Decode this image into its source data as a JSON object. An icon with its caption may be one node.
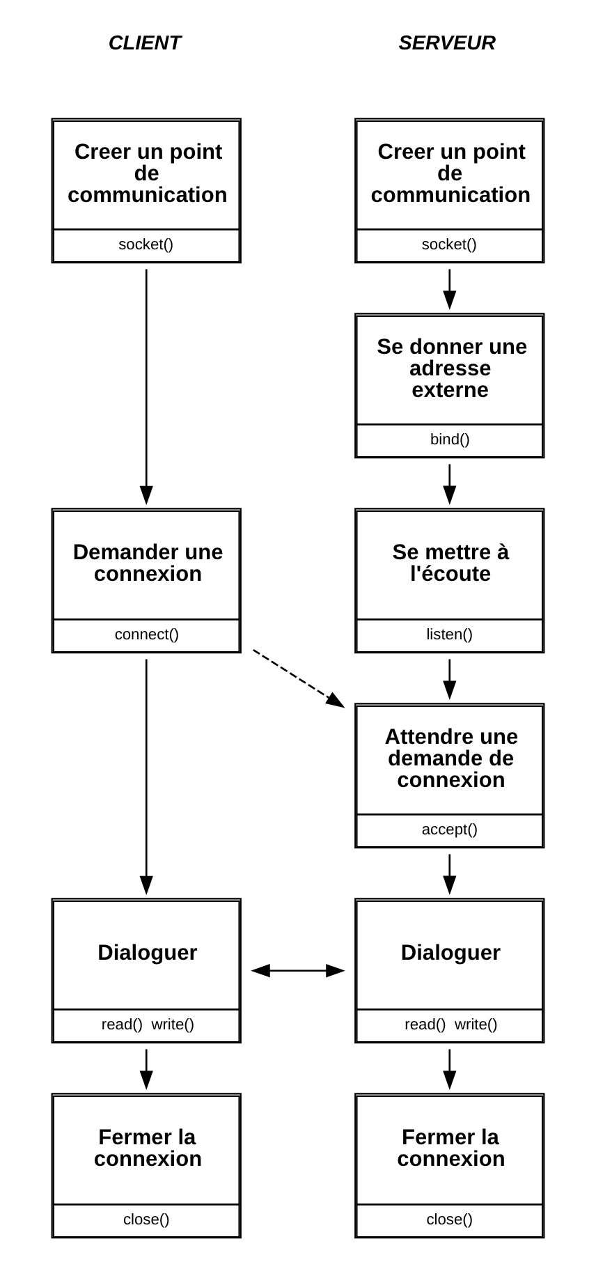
{
  "diagram": {
    "nodes": [
      {
        "text": [
          "Creer un point de communication",
          "socket()"
        ]
      },
      {
        "text": [
          "Se donner une adresse externe",
          "bind()"
        ]
      },
      {
        "text": [
          "Se mettre à l'écoute",
          "listen()"
        ]
      },
      {
        "text": [
          "Attendre une demande de connexion",
          "accept()"
        ]
      },
      {
        "text": [
          "Dialoguer",
          "read()  write()"
        ]
      },
      {
        "text": [
          "Fermer la connexion",
          "close()"
        ]
      },
      {
        "text": [
          "Creer un point de communication",
          "socket()"
        ]
      },
      {
        "text": [
          "Demander une connexion",
          "connect()"
        ]
      },
      {
        "text": [
          "Dialoguer",
          "read()  write()"
        ]
      },
      {
        "text": [
          "Fermer la connexion",
          "close()"
        ]
      }
    ],
    "edges": [
      {
        "from": 0,
        "to": 1,
        "arrow": "to"
      },
      {
        "from": 1,
        "to": 2,
        "arrow": "to"
      },
      {
        "from": 2,
        "to": 3,
        "arrow": "to"
      },
      {
        "from": 3,
        "to": 4,
        "arrow": "to"
      },
      {
        "from": 4,
        "to": 5,
        "arrow": "to"
      },
      {
        "from": 6,
        "to": 7,
        "arrow": "to"
      },
      {
        "from": 7,
        "to": 3,
        "arrow": "to",
        "style": "dashed"
      },
      {
        "from": 7,
        "to": 8,
        "arrow": "to"
      },
      {
        "from": 4,
        "to": 8,
        "arrow": "both"
      },
      {
        "from": 8,
        "to": 9,
        "arrow": "to"
      }
    ],
    "labels": [
      "SERVEUR",
      "CLIENT"
    ]
  }
}
